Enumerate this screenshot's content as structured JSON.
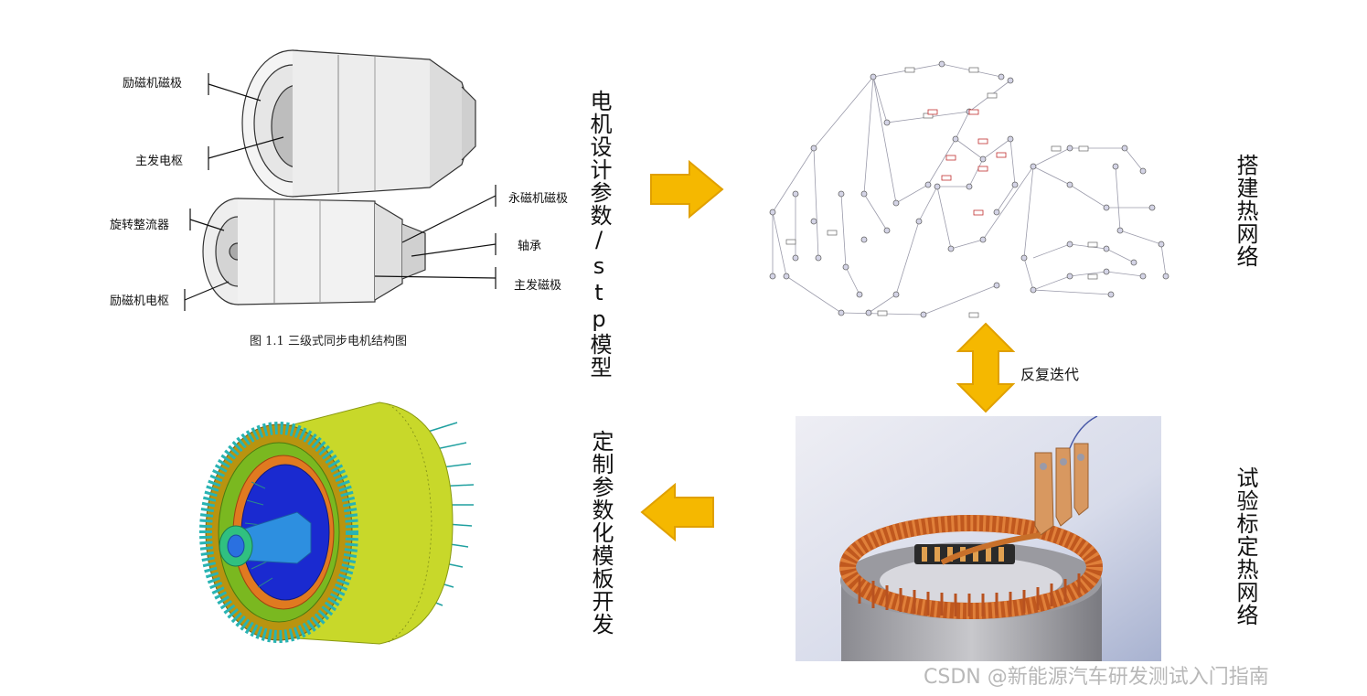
{
  "motor_drawing": {
    "labels": {
      "exciter_poles": "励磁机磁极",
      "main_armature": "主发电枢",
      "rotating_rectifier": "旋转整流器",
      "exciter_armature": "励磁机电枢",
      "pm_poles": "永磁机磁极",
      "bearing": "轴承",
      "main_poles": "主发磁极"
    },
    "caption": "图 1.1  三级式同步电机结构图"
  },
  "steps": {
    "design_params": "电机设计参数/stp模型",
    "build_network": "搭建热网络",
    "iterate": "反复迭代",
    "test_calibration": "试验标定热网络",
    "custom_template": "定制参数化模板开发"
  },
  "colors": {
    "arrow": "#F5B800",
    "arrow_stroke": "#E0A000"
  },
  "watermark": "CSDN @新能源汽车研发测试入门指南"
}
